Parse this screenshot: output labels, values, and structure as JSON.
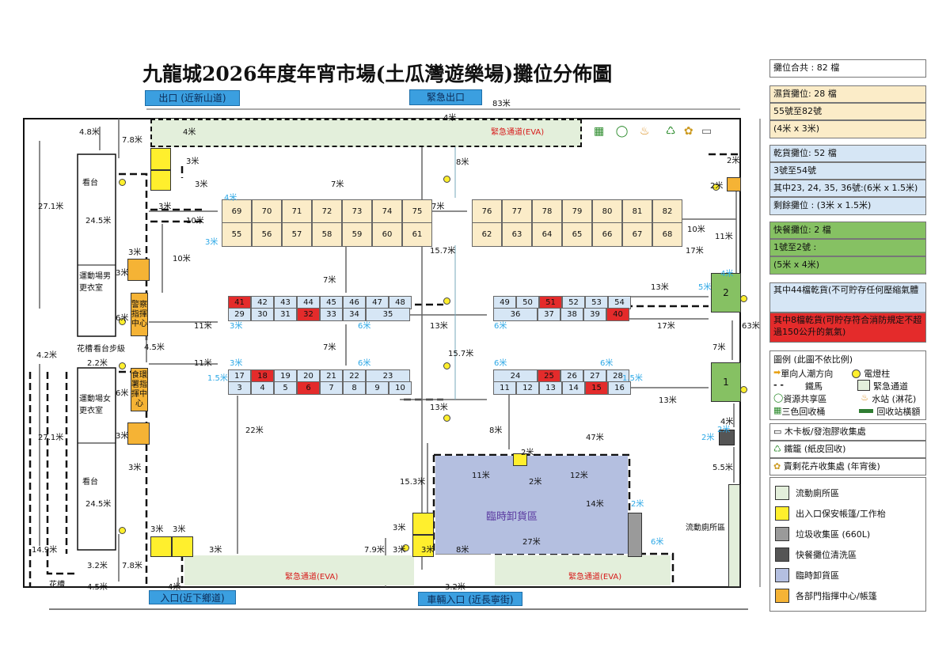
{
  "title": "九龍城2026年度年宵市場(土瓜灣遊樂場)攤位分佈圖",
  "exits": {
    "exit_top": "出口 (近新山道)",
    "emergency_exit": "緊急出口",
    "entrance_bottom": "入口(近下鄉道)",
    "vehicle_entrance": "車輛入口 (近長寧街)"
  },
  "zones": {
    "eva": "緊急通道(EVA)",
    "unloading": "臨時卸貨區",
    "toilet": "流動廁所區",
    "stage_top": "看台",
    "stage_bottom": "看台",
    "changing_male": "運動場男更衣室",
    "changing_female": "運動場女更衣室",
    "stage_steps": "看台步級",
    "flowers": "花槽",
    "flowers2": "花槽",
    "police": "警察指揮中心",
    "fehd": "食環署指揮中心",
    "fast_1": "1",
    "fast_2": "2"
  },
  "stalls": {
    "row_a": [
      "69",
      "70",
      "71",
      "72",
      "73",
      "74",
      "75"
    ],
    "row_b": [
      "55",
      "56",
      "57",
      "58",
      "59",
      "60",
      "61"
    ],
    "row_c": [
      "76",
      "77",
      "78",
      "79",
      "80",
      "81",
      "82"
    ],
    "row_d": [
      "62",
      "63",
      "64",
      "65",
      "66",
      "67",
      "68"
    ],
    "row_e": [
      "41",
      "42",
      "43",
      "44",
      "45",
      "46",
      "47",
      "48"
    ],
    "row_f": [
      "29",
      "30",
      "31",
      "32",
      "33",
      "34",
      "35"
    ],
    "row_g": [
      "49",
      "50",
      "51",
      "52",
      "53",
      "54"
    ],
    "row_h": [
      "36",
      "37",
      "38",
      "39",
      "40"
    ],
    "row_i": [
      "17",
      "18",
      "19",
      "20",
      "21",
      "22",
      "23"
    ],
    "row_j": [
      "3",
      "4",
      "5",
      "6",
      "7",
      "8",
      "9",
      "10"
    ],
    "row_k": [
      "24",
      "25",
      "26",
      "27",
      "28"
    ],
    "row_l": [
      "11",
      "12",
      "13",
      "14",
      "15",
      "16"
    ]
  },
  "measurements": {
    "m83": "83米",
    "m4_8": "4.8米",
    "m7_8": "7.8米",
    "m4": "4米",
    "m4b": "4米",
    "m8": "8米",
    "m3": "3米",
    "m3b": "3米",
    "m3c": "3米",
    "m27_1": "27.1米",
    "m24_5": "24.5米",
    "m10": "10米",
    "m10b": "10米",
    "m7": "7米",
    "m7b": "7米",
    "m7c": "7米",
    "m7d": "7米",
    "m15_7": "15.7米",
    "m15_7b": "15.7米",
    "m11": "11米",
    "m11b": "11米",
    "m11c": "11米",
    "m11d": "11米",
    "m13": "13米",
    "m13b": "13米",
    "m13c": "13米",
    "m13d": "13米",
    "m17": "17米",
    "m17b": "17米",
    "m63": "63米",
    "m2": "2米",
    "m2b": "2米",
    "m2c": "2米",
    "m4_2": "4.2米",
    "m4_5": "4.5米",
    "m2_2": "2.2米",
    "m6": "6米",
    "m6b": "6米",
    "m22": "22米",
    "m8b": "8米",
    "m47": "47米",
    "m15_3": "15.3米",
    "m12": "12米",
    "m14": "14米",
    "m27": "27米",
    "m7_9": "7.9米",
    "m3_2": "3.2米",
    "m3_2b": "3.2米",
    "m14_9": "14.9米",
    "m4_5b": "4.5米",
    "m5_5": "5.5米",
    "m27_1b": "27.1米",
    "m24_5b": "24.5米",
    "m1_5": "1.5米",
    "m1_5b": "1.5米",
    "m6c": "6米",
    "m7_8b": "7.8米",
    "m8c": "8米"
  },
  "blue_measurements": {
    "b4": "4米",
    "b3": "3米",
    "b3b": "3米",
    "b6": "6米",
    "b6b": "6米",
    "b3c": "3米",
    "b6c": "6米",
    "b6d": "6米",
    "b6e": "6米",
    "b4b": "4米",
    "b5": "5米",
    "b2": "2米",
    "b2b": "2米",
    "b6f": "6米",
    "b3d": "3米"
  },
  "legend": {
    "total": "攤位合共 : 82 檔",
    "wet_title": "濕貨攤位: 28 檔",
    "wet_range": "55號至82號",
    "wet_size": "(4米 x 3米)",
    "dry_title": "乾貨攤位: 52 檔",
    "dry_range": "3號至54號",
    "dry_special": "其中23, 24, 35, 36號:(6米 x 1.5米)",
    "dry_rest": "剩餘攤位 : (3米 x 1.5米)",
    "fast_title": "快餐攤位: 2 檔",
    "fast_range": "1號至2號 :",
    "fast_size": "(5米 x 4米)",
    "note_44": "其中44檔乾貨(不可貯存任何壓縮氣體",
    "note_8": "其中8檔乾貨(可貯存符合消防規定不超過150公升的氣氣)",
    "legend_title": "圖例 (此圖不依比例)",
    "one_way": "單向人潮方向",
    "pole": "電燈柱",
    "barrier": "鐵馬",
    "emergency_path": "緊急通道",
    "resource": "資源共享區",
    "water": "水站 (淋花)",
    "recycle3": "三色回收桶",
    "recycle_banner": "回收站橫額",
    "woodboard": "木卡板/發泡膠收集處",
    "cage": "鐵籠 (紙皮回收)",
    "flower_collect": "賣剩花卉收集處 (年宵後)",
    "toilet_area": "流動廁所區",
    "security": "出入口保安帳篷/工作枱",
    "refuse": "垃圾收集區 (660L)",
    "wash": "快餐攤位清洗區",
    "unload": "臨時卸貨區",
    "command": "各部門指揮中心/帳篷"
  },
  "colors": {
    "wet": "#fbecc8",
    "dry": "#d6e6f5",
    "fast": "#86c163",
    "red_stall": "#e42b2b",
    "unloading": "#b4bfe0",
    "eva": "#e3efdb",
    "security": "#ffef2d",
    "command": "#f5b335"
  }
}
